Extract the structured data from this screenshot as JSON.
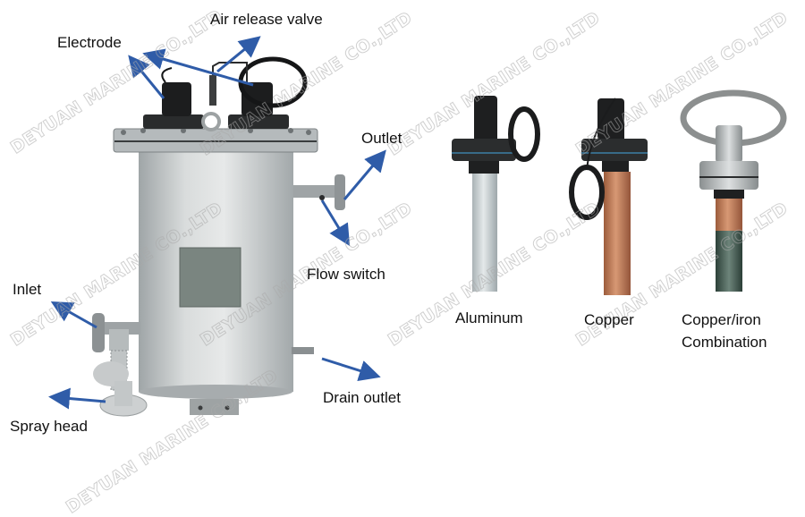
{
  "figure": {
    "main_unit": {
      "labels": {
        "electrode": "Electrode",
        "air_release_valve": "Air release valve",
        "outlet": "Outlet",
        "flow_switch": "Flow switch",
        "inlet": "Inlet",
        "drain_outlet": "Drain outlet",
        "spray_head": "Spray head"
      }
    },
    "electrodes": [
      {
        "label": "Aluminum"
      },
      {
        "label": "Copper"
      },
      {
        "label_line1": "Copper/iron",
        "label_line2": "Combination"
      }
    ],
    "watermark": "DEYUAN MARINE CO.,LTD",
    "colors": {
      "arrow": "#2f5ca8",
      "tank": "#c4c8c9",
      "black_part": "#1e1f20",
      "aluminum": "#c9d0d2",
      "copper": "#b87552",
      "iron": "#3f5a50",
      "steel": "#a9aeb0"
    }
  }
}
